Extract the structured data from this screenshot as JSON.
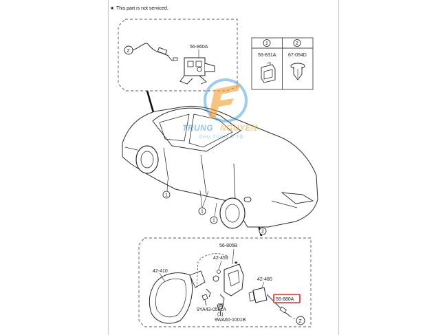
{
  "note": {
    "star": "★",
    "text": "This part is not serviced."
  },
  "callouts": {
    "c1": "1",
    "c2": "2",
    "z": "Z"
  },
  "parts_table": {
    "col1_num": "1",
    "col2_num": "2",
    "col1_part": "56-831A",
    "col2_part": "67-054D"
  },
  "top_inset": {
    "part": "56-860A"
  },
  "bottom_inset": {
    "p_42410": "42-410",
    "p_56805b": "56-805B",
    "p_42459": "42-459",
    "p_42480": "42-480",
    "p_56880a": "56-880A",
    "p_9ya": "9YA43-0501A",
    "p_9wa": "9WA60-1001B",
    "n1": "(1)",
    "n2": "(2)",
    "star": "★"
  },
  "watermark": {
    "brand_a": "TRUNG",
    "brand_b": "NGUYEN",
    "tagline": "PHỤ TÙNG Ô TÔ"
  },
  "colors": {
    "line": "#2a2a2a",
    "dash": "#555555",
    "highlight": "#e8262b",
    "watermark_blue": "#2d8fd5",
    "watermark_orange": "#f39a2e"
  }
}
